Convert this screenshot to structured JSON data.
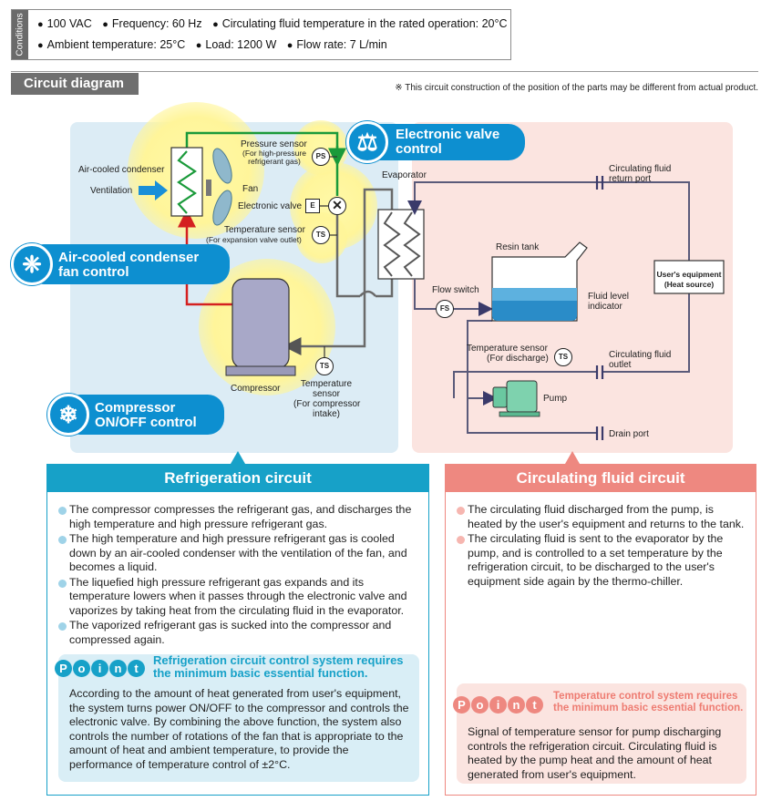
{
  "conditions": {
    "tab": "Conditions",
    "line1": [
      "100 VAC",
      "Frequency: 60 Hz",
      "Circulating fluid temperature in the rated operation: 20°C"
    ],
    "line2": [
      "Ambient temperature: 25°C",
      "Load: 1200 W",
      "Flow rate: 7 L/min"
    ]
  },
  "section": {
    "title": "Circuit diagram",
    "note": "※ This circuit construction of the position of the parts may be different from actual product."
  },
  "diagram": {
    "labels": {
      "air_cooled_condenser": "Air-cooled condenser",
      "ventilation": "Ventilation",
      "fan": "Fan",
      "pressure_sensor": "Pressure sensor",
      "pressure_sensor_sub1": "(For high-pressure",
      "pressure_sensor_sub2": "refrigerant gas)",
      "electronic_valve": "Electronic valve",
      "temp_sensor_exp": "Temperature sensor",
      "temp_sensor_exp_sub": "(For expansion valve outlet)",
      "evaporator": "Evaporator",
      "circ_return_1": "Circulating fluid",
      "circ_return_2": "return port",
      "resin_tank": "Resin tank",
      "users_equipment_1": "User's equipment",
      "users_equipment_2": "(Heat source)",
      "flow_switch": "Flow switch",
      "fluid_level_1": "Fluid level",
      "fluid_level_2": "indicator",
      "temp_sensor_dis": "Temperature sensor",
      "temp_sensor_dis_sub": "(For discharge)",
      "circ_outlet_1": "Circulating fluid",
      "circ_outlet_2": "outlet",
      "pump": "Pump",
      "drain_port": "Drain port",
      "compressor": "Compressor",
      "temp_sensor_comp_1": "Temperature",
      "temp_sensor_comp_2": "sensor",
      "temp_sensor_comp_3": "(For compressor",
      "temp_sensor_comp_4": "intake)"
    },
    "symbols": {
      "ps": "PS",
      "e": "E",
      "ts": "TS",
      "fs": "FS"
    },
    "bubbles": {
      "valve_1": "Electronic valve",
      "valve_2": "control",
      "fan_1": "Air-cooled condenser",
      "fan_2": "fan control",
      "comp_1": "Compressor",
      "comp_2": "ON/OFF control"
    },
    "icons": {
      "valve": "valve-icon",
      "fan": "fan-icon",
      "snowflake": "snowflake-icon"
    },
    "colors": {
      "hot_line": "#d42020",
      "cool_line": "#1a9a3a",
      "pipe": "#6a6a6a",
      "fluid_line": "#5a5a7a",
      "accent": "#0d8fd0"
    }
  },
  "refrigeration": {
    "title": "Refrigeration circuit",
    "bullets": [
      "The compressor compresses the refrigerant gas, and discharges the high temperature and high pressure refrigerant gas.",
      "The high temperature and high pressure refrigerant gas is cooled down by an air-cooled condenser with the ventilation of the fan, and becomes a liquid.",
      "The liquefied high pressure refrigerant gas expands and its temperature lowers when it passes through the electronic valve and vaporizes by taking heat from the circulating fluid in the evaporator.",
      "The vaporized refrigerant gas is sucked into the compressor and compressed again."
    ],
    "point_letters": [
      "P",
      "o",
      "i",
      "n",
      "t"
    ],
    "point_title_1": "Refrigeration circuit control system requires",
    "point_title_2": "the minimum basic essential function.",
    "point_body": "According to the amount of heat generated from user's equipment, the system turns power ON/OFF to the compressor and controls the electronic valve. By combining the above function, the system also controls the number of rotations of the fan that is appropriate to the amount of heat and ambient temperature, to provide the performance of temperature control of ±2°C."
  },
  "circulating": {
    "title": "Circulating fluid circuit",
    "bullets": [
      "The circulating fluid discharged from the pump, is heated by the user's equipment and returns to the tank.",
      "The circulating fluid is sent to the evaporator by the pump, and is controlled to a set temperature by the refrigeration circuit, to be discharged to the user's equipment side again by the thermo-chiller."
    ],
    "point_letters": [
      "P",
      "o",
      "i",
      "n",
      "t"
    ],
    "point_title_1": "Temperature control system requires",
    "point_title_2": "the minimum basic essential function.",
    "point_body": "Signal of temperature sensor for pump discharging controls the refrigeration circuit. Circulating fluid is heated by the pump heat and the amount of heat generated from user's equipment."
  }
}
